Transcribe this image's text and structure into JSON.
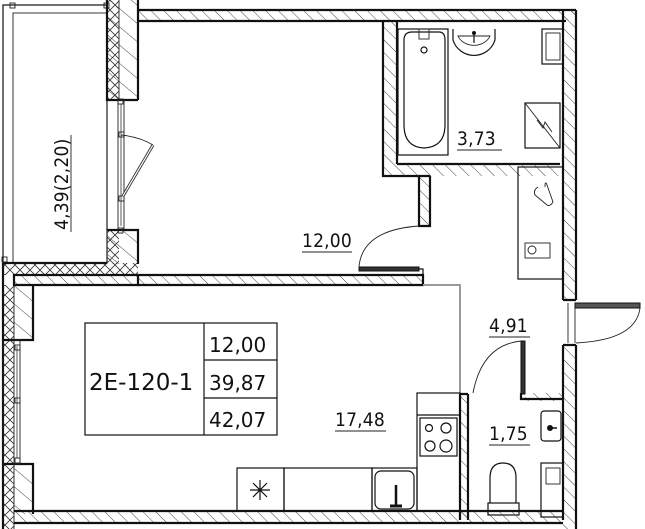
{
  "plan": {
    "unit_code": "2E-120-1",
    "summary": {
      "living_area": "12,00",
      "useful_area": "39,87",
      "total_area": "42,07"
    },
    "rooms": [
      {
        "id": "balcony",
        "label": "4,39(2,20)"
      },
      {
        "id": "bedroom",
        "label": "12,00"
      },
      {
        "id": "bathroom",
        "label": "3,73"
      },
      {
        "id": "hallway",
        "label": "4,91"
      },
      {
        "id": "kitchen-living",
        "label": "17,48"
      },
      {
        "id": "toilet",
        "label": "1,75"
      }
    ]
  },
  "colors": {
    "line": "#111111",
    "hatch": "#333333",
    "partition": "#9a9a9a",
    "background": "#ffffff"
  }
}
